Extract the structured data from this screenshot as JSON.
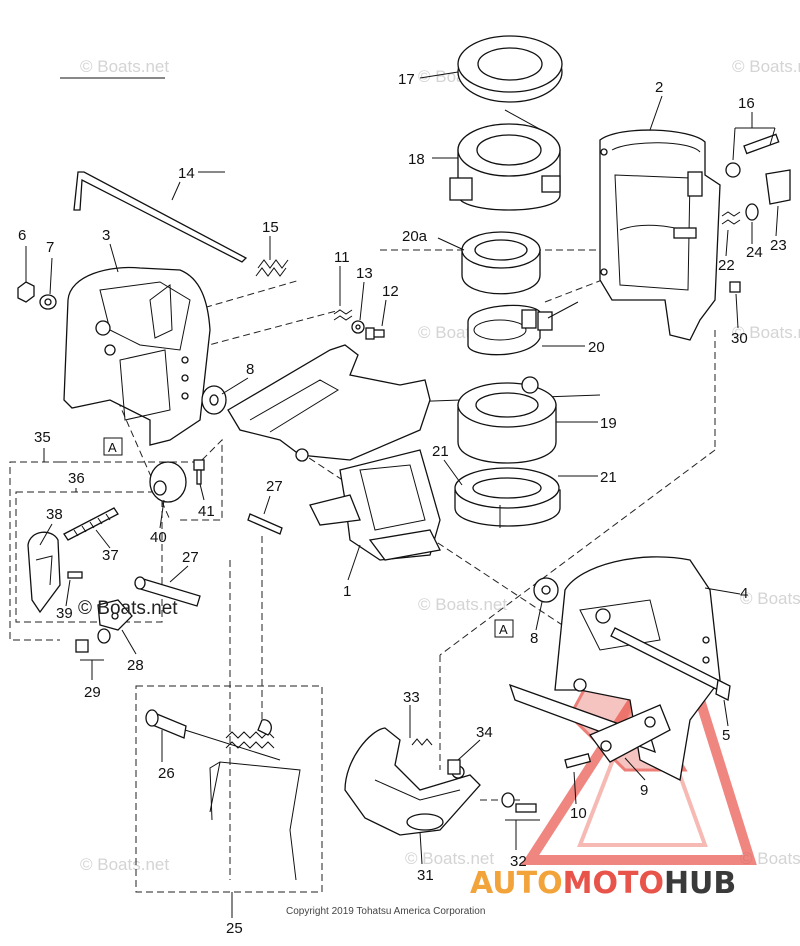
{
  "watermark_text": "© Boats.net",
  "copyright": "Copyright 2019 Tohatsu America Corporation",
  "brand": {
    "part1": "AUTO",
    "part2": "MOTO",
    "part3": "HUB",
    "color_red": "#e8534a",
    "color_orange": "#f2a33a",
    "color_dark": "#3a3a3a"
  },
  "reference_marker": "A",
  "part_numbers": [
    "1",
    "2",
    "3",
    "4",
    "5",
    "6",
    "7",
    "8",
    "8",
    "9",
    "10",
    "11",
    "12",
    "13",
    "14",
    "15",
    "16",
    "17",
    "18",
    "19",
    "20",
    "20a",
    "21",
    "21",
    "22",
    "23",
    "24",
    "25",
    "26",
    "27",
    "27",
    "28",
    "29",
    "30",
    "31",
    "32",
    "33",
    "34",
    "35",
    "36",
    "37",
    "38",
    "39",
    "40",
    "41"
  ]
}
